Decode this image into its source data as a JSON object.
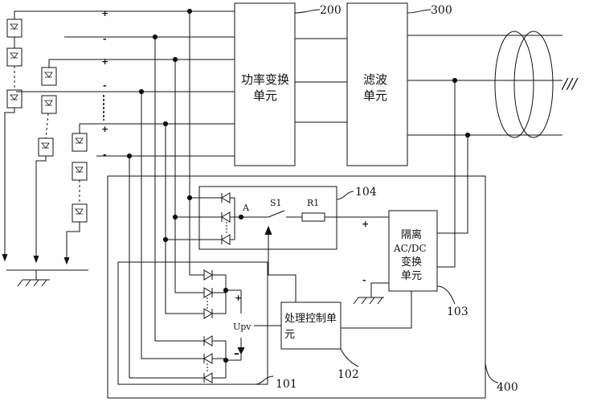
{
  "blocks": {
    "power_conversion": {
      "line1": "功率变换",
      "line2": "单元",
      "ref": "200"
    },
    "filter": {
      "line1": "滤波",
      "line2": "单元",
      "ref": "300"
    },
    "isolated_acdc": {
      "line1": "隔离",
      "line2": "AC/DC",
      "line3": "变换",
      "line4": "单元",
      "ref": "103"
    },
    "processing_control": {
      "line1": "处理控制单",
      "line2": "元",
      "ref": "102"
    },
    "switch_module": {
      "ref": "104"
    },
    "diode_module": {
      "ref": "101"
    },
    "outer_module": {
      "ref": "400"
    }
  },
  "labels": {
    "node_a": "A",
    "switch": "S1",
    "resistor": "R1",
    "voltage": "Upv",
    "plus": "+",
    "minus": "-",
    "minus_bold": "–",
    "grid_mark": "///"
  },
  "strings": {
    "pv_string_count": 3,
    "panels_per_string": 3
  }
}
